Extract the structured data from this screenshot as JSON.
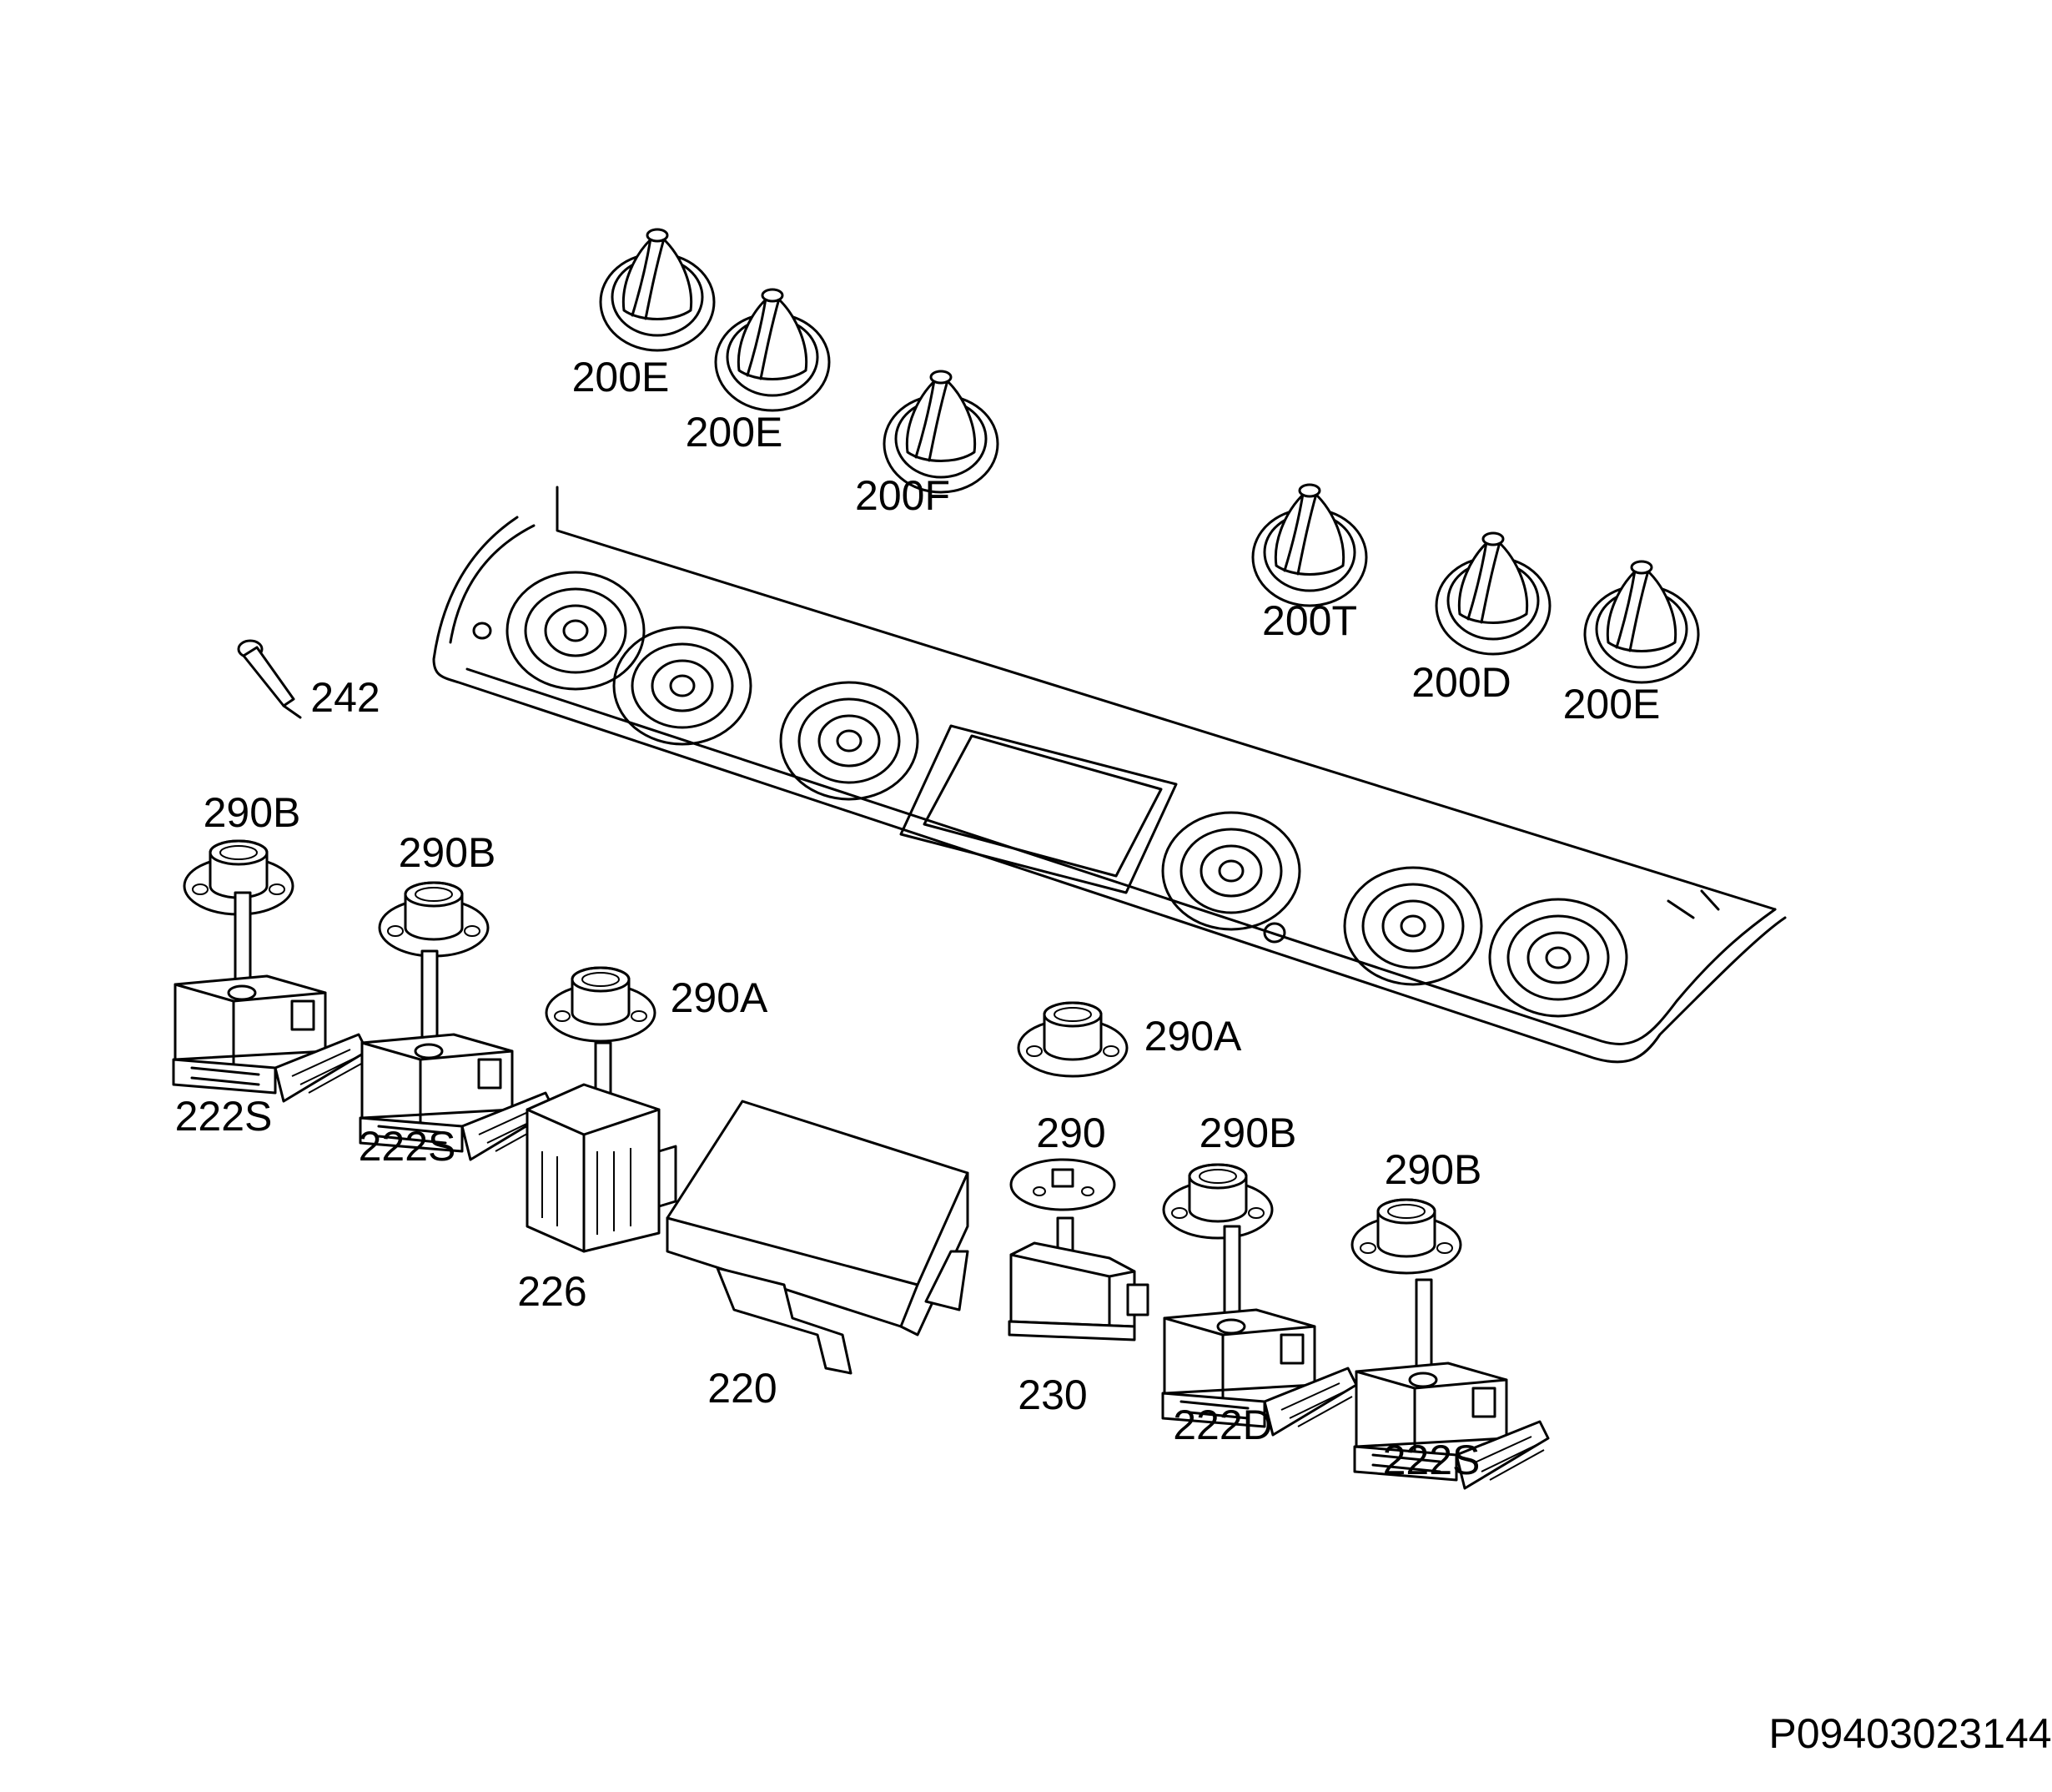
{
  "diagram": {
    "labels": {
      "knob_1": "200E",
      "knob_2": "200E",
      "knob_3": "200F",
      "knob_4": "200T",
      "knob_5": "200D",
      "knob_6": "200E",
      "lamp": "242",
      "bezel_1": "290B",
      "bezel_2": "290B",
      "bezel_3": "290A",
      "bezel_4": "290A",
      "bezel_5": "290",
      "bezel_6": "290B",
      "bezel_7": "290B",
      "switch_1": "222S",
      "switch_2": "222S",
      "selector": "226",
      "timer": "220",
      "thermostat": "230",
      "switch_3": "222D",
      "switch_4": "222S"
    },
    "drawing_code": "P09403023144"
  }
}
